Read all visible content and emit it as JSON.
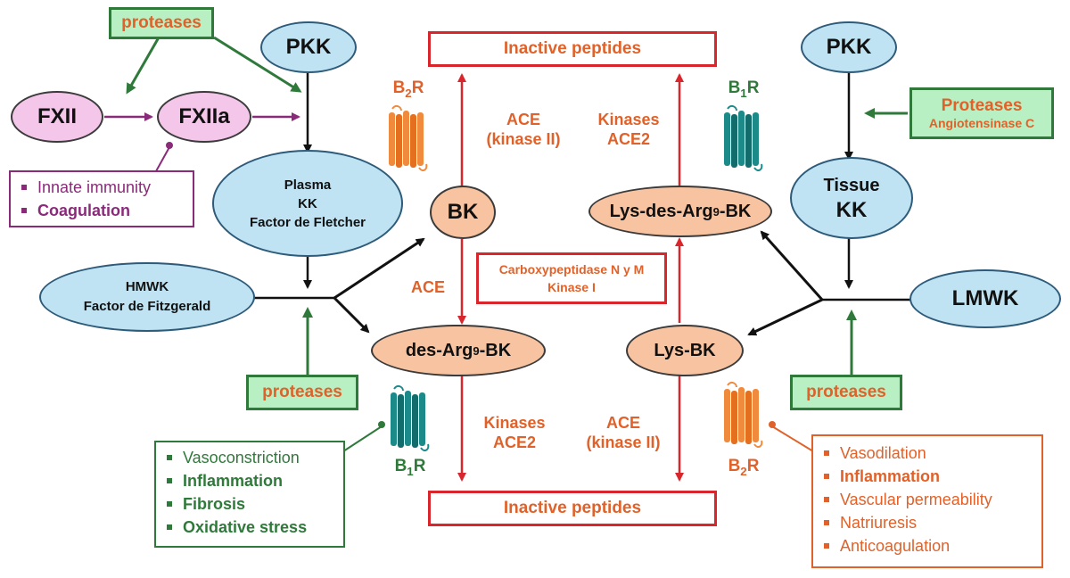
{
  "nodes": {
    "fxii": "FXII",
    "fxiia": "FXIIa",
    "pkk_left": "PKK",
    "pkk_right": "PKK",
    "plasma_kk": [
      "Plasma",
      "KK",
      "Factor de Fletcher"
    ],
    "hmwk": [
      "HMWK",
      "Factor de Fitzgerald"
    ],
    "bk": "BK",
    "des_arg_bk": {
      "prefix": "des-Arg",
      "sup": "9",
      "suffix": "-BK"
    },
    "lys_des_arg_bk": {
      "prefix": "Lys-des-Arg",
      "sup": "9",
      "suffix": "-BK"
    },
    "lys_bk": "Lys-BK",
    "tissue_kk": [
      "Tissue",
      "KK"
    ],
    "lmwk": "LMWK"
  },
  "boxes": {
    "proteases_top_left": "proteases",
    "proteases_right": [
      "Proteases",
      "Angiotensinase C"
    ],
    "proteases_bottom_left": "proteases",
    "proteases_bottom_right": "proteases",
    "inactive_top": "Inactive peptides",
    "inactive_bottom": "Inactive peptides",
    "carboxypeptidase": [
      "Carboxypeptidase N y M",
      "Kinase I"
    ]
  },
  "labels": {
    "ace_kinase2_top": [
      "ACE",
      "(kinase II)"
    ],
    "kinases_ace2_top": [
      "Kinases",
      "ACE2"
    ],
    "ace_middle": "ACE",
    "kinases_ace2_bottom": [
      "Kinases",
      "ACE2"
    ],
    "ace_kinase2_bottom": [
      "ACE",
      "(kinase II)"
    ]
  },
  "receptors": {
    "b2r_top": {
      "base": "B",
      "sub": "2",
      "suffix": "R"
    },
    "b1r_top": {
      "base": "B",
      "sub": "1",
      "suffix": "R"
    },
    "b1r_bottom": {
      "base": "B",
      "sub": "1",
      "suffix": "R"
    },
    "b2r_bottom": {
      "base": "B",
      "sub": "2",
      "suffix": "R"
    }
  },
  "effects": {
    "fxiia_effects": [
      {
        "text": "Innate immunity",
        "bold": false
      },
      {
        "text": "Coagulation",
        "bold": true
      }
    ],
    "b1r_effects": [
      {
        "text": "Vasoconstriction",
        "bold": false
      },
      {
        "text": "Inflammation",
        "bold": true
      },
      {
        "text": "Fibrosis",
        "bold": true
      },
      {
        "text": "Oxidative stress",
        "bold": true
      }
    ],
    "b2r_effects": [
      {
        "text": "Vasodilation",
        "bold": false
      },
      {
        "text": "Inflammation",
        "bold": true
      },
      {
        "text": "Vascular permeability",
        "bold": false
      },
      {
        "text": "Natriuresis",
        "bold": false
      },
      {
        "text": "Anticoagulation",
        "bold": false
      }
    ]
  },
  "colors": {
    "orange_text": "#e0622a",
    "red_arrow": "#d9262d",
    "green_dark": "#2f7a3a",
    "purple": "#8a2b7a",
    "b2r_receptor": "#f08a3c",
    "b1r_receptor": "#1d8a8a"
  }
}
